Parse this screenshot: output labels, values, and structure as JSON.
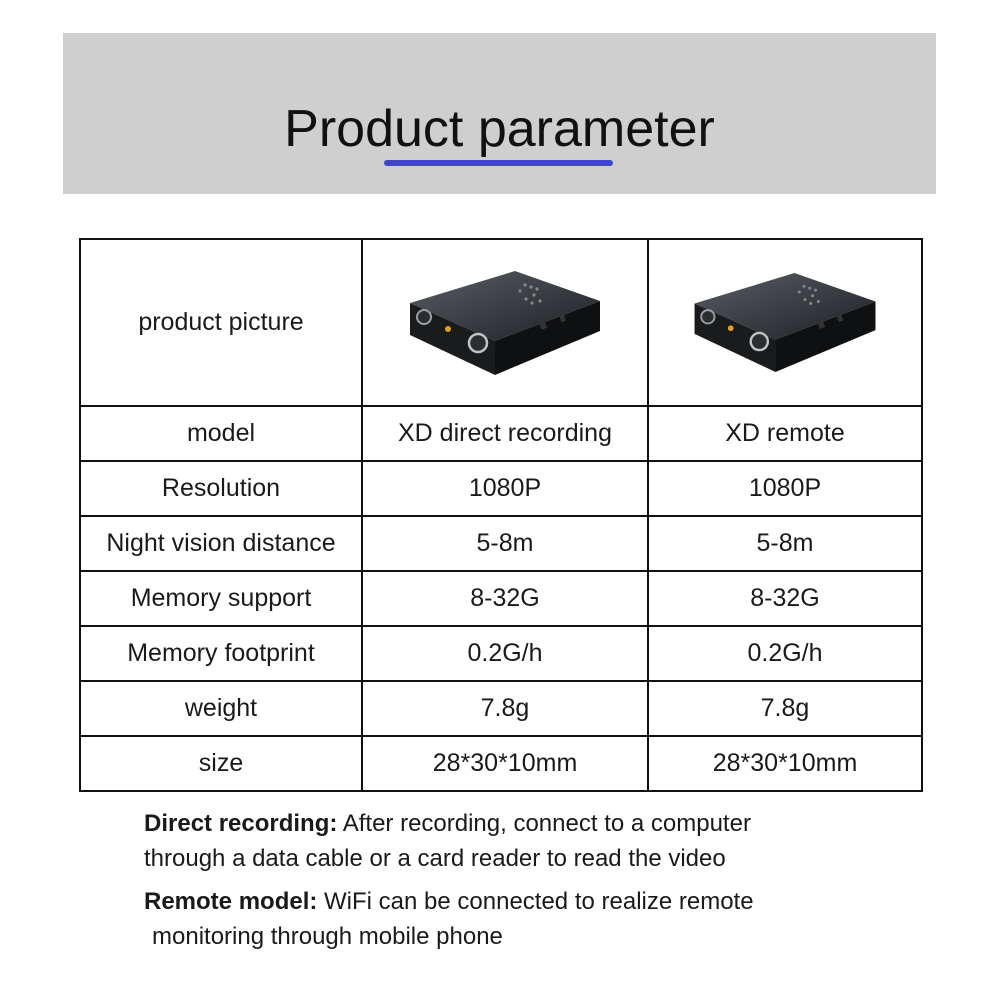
{
  "header": {
    "title": "Product parameter",
    "accent_color": "#3f45c4"
  },
  "table": {
    "picture_label": "product picture",
    "picture_icon": "camera-icon",
    "rows": [
      {
        "label": "model",
        "col1": "XD direct recording",
        "col2": "XD remote"
      },
      {
        "label": "Resolution",
        "col1": "1080P",
        "col2": "1080P"
      },
      {
        "label": "Night vision distance",
        "col1": "5-8m",
        "col2": "5-8m"
      },
      {
        "label": "Memory support",
        "col1": "8-32G",
        "col2": "8-32G"
      },
      {
        "label": "Memory footprint",
        "col1": "0.2G/h",
        "col2": "0.2G/h"
      },
      {
        "label": "weight",
        "col1": "7.8g",
        "col2": "7.8g"
      },
      {
        "label": "size",
        "col1": "28*30*10mm",
        "col2": "28*30*10mm"
      }
    ]
  },
  "notes": {
    "direct": {
      "title": "Direct recording:",
      "line1": " After recording, connect to a computer",
      "line2": "through a data cable or a card reader to read the video"
    },
    "remote": {
      "title": "Remote model:",
      "line1": " WiFi can be connected to realize remote",
      "line2": "monitoring through mobile phone"
    }
  }
}
